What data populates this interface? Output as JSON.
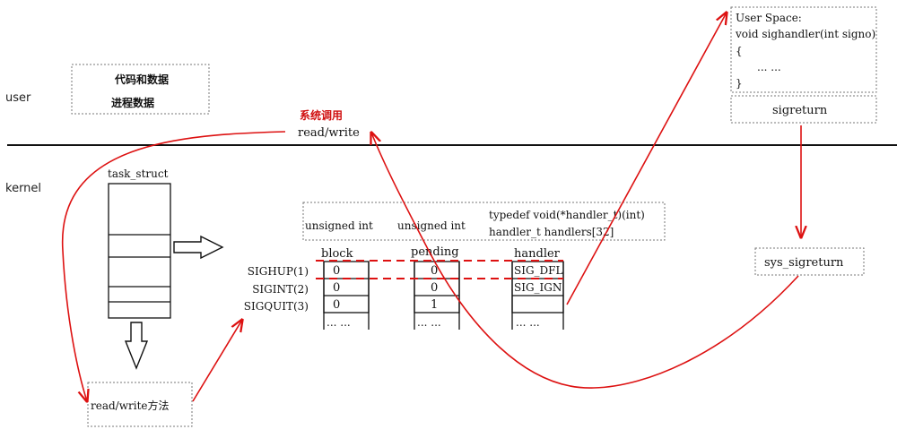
{
  "regions": {
    "user": "user",
    "kernel": "kernel"
  },
  "user_data_box": {
    "line1": "代码和数据",
    "line2": "进程数据"
  },
  "syscall": {
    "label": "系统调用",
    "call": "read/write"
  },
  "task_struct": {
    "label": "task_struct"
  },
  "rw_method": {
    "label": "read/write方法"
  },
  "typedefs": {
    "block_type": "unsigned int",
    "pending_type": "unsigned int",
    "handler_line1": "typedef void(*handler_t)(int)",
    "handler_line2": "handler_t handlers[32]"
  },
  "table": {
    "columns": [
      "block",
      "pending",
      "handler"
    ],
    "rows": [
      {
        "signal": "SIGHUP(1)",
        "block": "0",
        "pending": "0",
        "handler": "SIG_DFL"
      },
      {
        "signal": "SIGINT(2)",
        "block": "0",
        "pending": "0",
        "handler": "SIG_IGN"
      },
      {
        "signal": "SIGQUIT(3)",
        "block": "0",
        "pending": "1",
        "handler": ""
      }
    ],
    "ellipsis": "... ..."
  },
  "user_space": {
    "line1": "User Space:",
    "line2": "void sighandler(int signo)",
    "line3": "{",
    "line4": "... ...",
    "line5": "}"
  },
  "sigreturn": {
    "label": "sigreturn"
  },
  "sys_sigreturn": {
    "label": "sys_sigreturn"
  },
  "colors": {
    "flow": "#dd1111",
    "text": "#111111",
    "label_red": "#d01010"
  }
}
